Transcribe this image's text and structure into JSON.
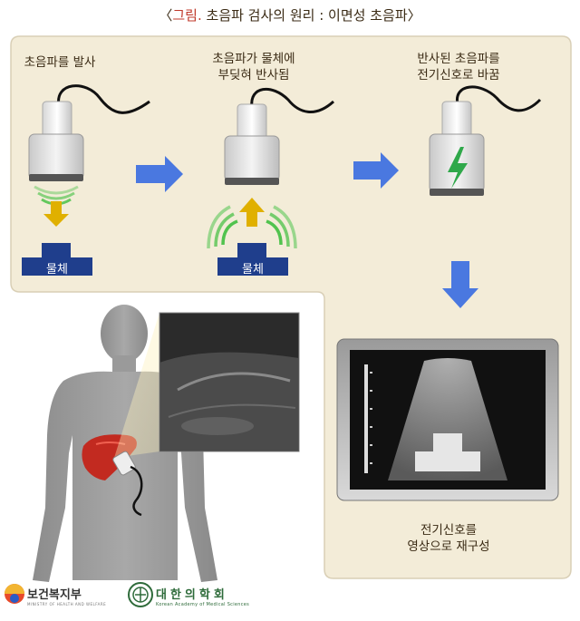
{
  "title": {
    "bracket_open": "〈",
    "highlight": "그림.",
    "text": " 초음파 검사의 원리 : 이면성 초음파",
    "bracket_close": "〉"
  },
  "steps": [
    {
      "label": "초음파를 발사",
      "object_label": "물체"
    },
    {
      "label_line1": "초음파가 물체에",
      "label_line2": "부딪혀 반사됨",
      "object_label": "물체"
    },
    {
      "label_line1": "반사된 초음파를",
      "label_line2": "전기신호로 바꿈"
    }
  ],
  "final_step": {
    "label_line1": "전기신호를",
    "label_line2": "영상으로 재구성"
  },
  "logos": {
    "ministry": "보건복지부",
    "ministry_sub": "MINISTRY OF HEALTH AND WELFARE",
    "academy": "대한의학회",
    "academy_sub": "Korean Academy of Medical Sciences"
  },
  "colors": {
    "panel": "#f3ecd8",
    "panel_border": "#d9cfb6",
    "arrow": "#4a78e0",
    "wave": "#3fbf3f",
    "object": "#1f3e8c",
    "lightning": "#2fa84a"
  }
}
